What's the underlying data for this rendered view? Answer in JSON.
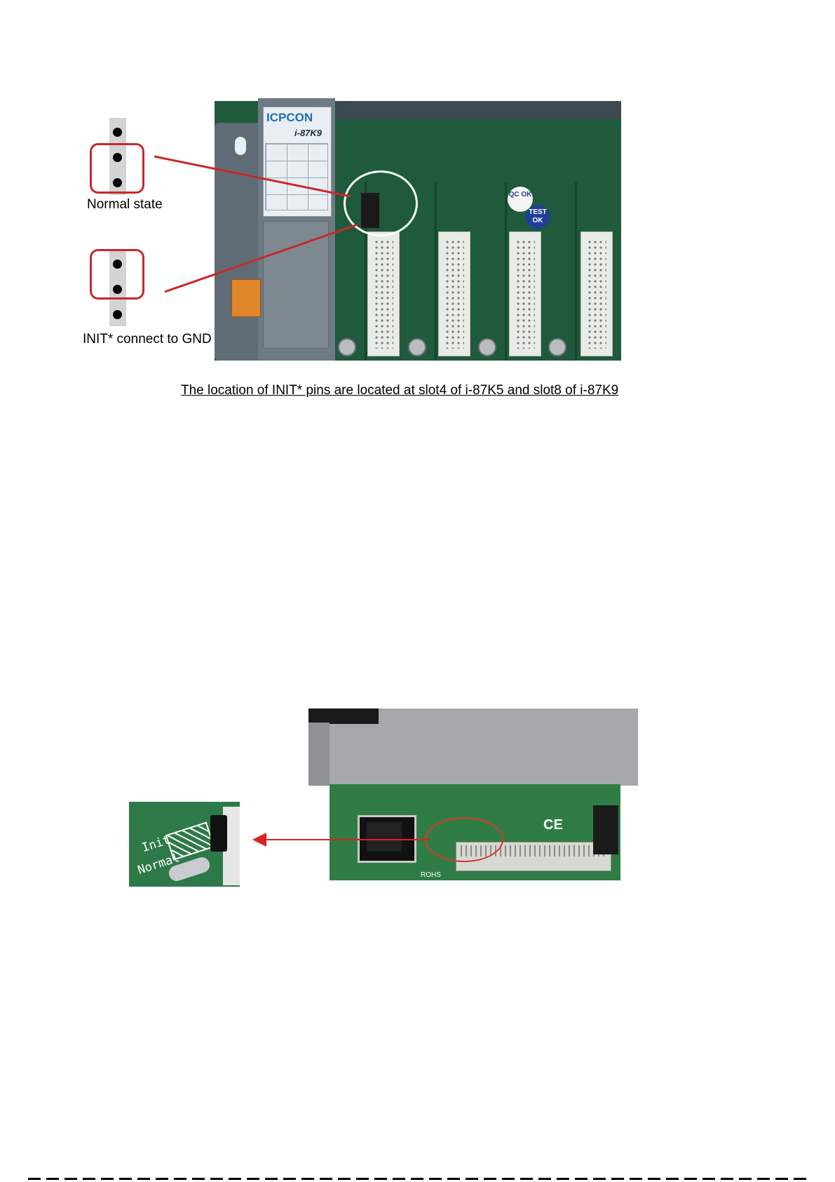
{
  "figure1": {
    "normal_state_label": "Normal state",
    "init_label": "INIT* connect to GND",
    "caption": "The location of INIT* pins are located at slot4 of i-87K5 and slot8 of i-87K9",
    "unit_brand": "ICPCON",
    "unit_model": "i-87K9",
    "sticker_qc": "QC OK",
    "sticker_test": "TEST OK"
  },
  "figure2": {
    "inset_label_init": "Init",
    "inset_label_normal": "Normal",
    "board_mark_rohs": "ROHS",
    "board_mark_ce": "CE"
  },
  "colors": {
    "highlight_box": "#c8282c",
    "arrow": "#e02020",
    "board_green": "#1f5a3c"
  }
}
